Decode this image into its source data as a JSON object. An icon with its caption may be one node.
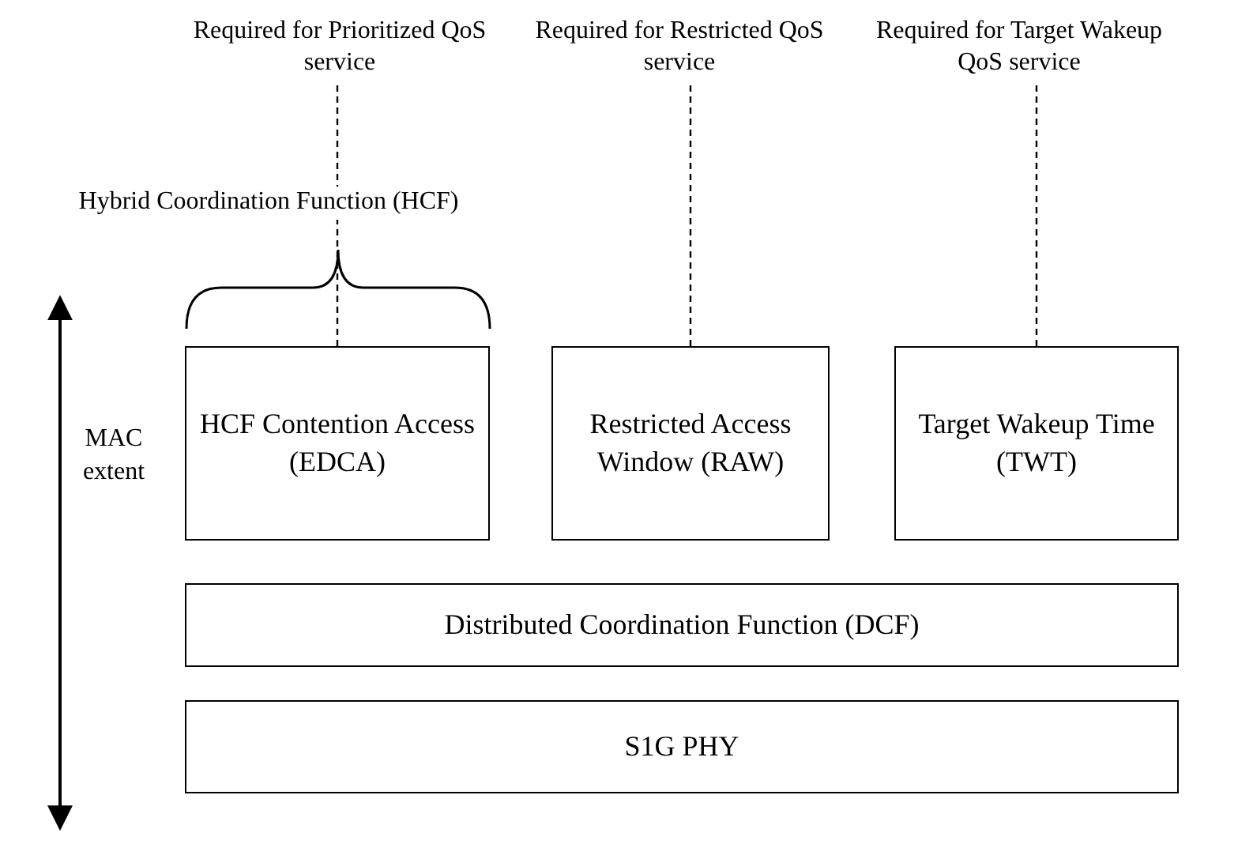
{
  "diagram": {
    "nodes": [
      {
        "text": [
          "Required for Prioritized QoS service"
        ]
      },
      {
        "text": [
          "Required for Restricted QoS service"
        ]
      },
      {
        "text": [
          "Required for Target Wakeup QoS service"
        ]
      },
      {
        "text": [
          "HCF Contention Access (EDCA)"
        ]
      },
      {
        "text": [
          "Restricted Access Window (RAW)"
        ]
      },
      {
        "text": [
          "Target Wakeup Time (TWT)"
        ]
      },
      {
        "text": [
          "Distributed Coordination Function (DCF)"
        ]
      },
      {
        "text": [
          "S1G PHY"
        ]
      }
    ],
    "edges": [
      {
        "from": 0,
        "to": 3,
        "arrow": "none",
        "style": "dashed"
      },
      {
        "from": 1,
        "to": 4,
        "arrow": "none",
        "style": "dashed"
      },
      {
        "from": 2,
        "to": 5,
        "arrow": "none",
        "style": "dashed"
      }
    ],
    "labels": [
      "Hybrid Coordination Function (HCF)",
      "MAC extent"
    ]
  }
}
